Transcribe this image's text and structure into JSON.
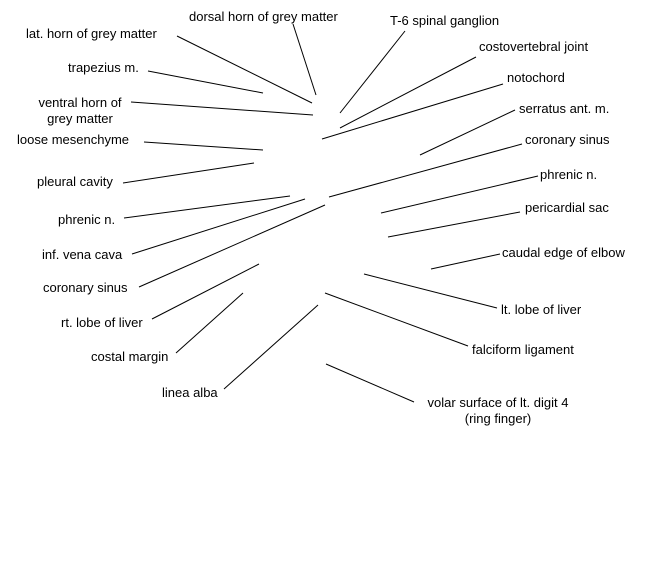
{
  "labels": {
    "dorsal_horn": "dorsal horn of grey matter",
    "t6_ganglion": "T-6 spinal ganglion",
    "lat_horn": "lat. horn of grey matter",
    "costovertebral_joint": "costovertebral joint",
    "trapezius": "trapezius m.",
    "notochord": "notochord",
    "ventral_horn_line1": "ventral horn of",
    "ventral_horn_line2": "grey matter",
    "serratus": "serratus ant. m.",
    "loose_mesenchyme": "loose mesenchyme",
    "coronary_sinus_right": "coronary sinus",
    "pleural_cavity": "pleural cavity",
    "phrenic_right": "phrenic n.",
    "phrenic_left": "phrenic n.",
    "pericardial_sac": "pericardial sac",
    "inf_vena_cava": "inf. vena cava",
    "caudal_elbow": "caudal edge of elbow",
    "coronary_sinus_left": "coronary sinus",
    "lt_lobe_liver": "lt. lobe of liver",
    "rt_lobe_liver": "rt. lobe of liver",
    "falciform": "falciform ligament",
    "costal_margin": "costal margin",
    "linea_alba": "linea alba",
    "volar_line1": "volar surface of lt. digit 4",
    "volar_line2": "(ring finger)"
  }
}
